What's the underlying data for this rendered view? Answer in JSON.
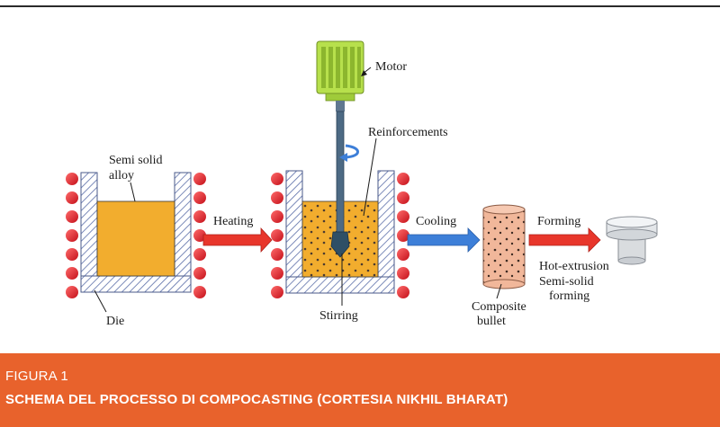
{
  "diagram": {
    "labels": {
      "motor": "Motor",
      "reinforcements": "Reinforcements",
      "semi_solid_alloy_line1": "Semi solid",
      "semi_solid_alloy_line2": "alloy",
      "heating": "Heating",
      "cooling": "Cooling",
      "forming": "Forming",
      "die": "Die",
      "stirring": "Stirring",
      "composite_bullet_line1": "Composite",
      "composite_bullet_line2": "bullet",
      "hot_extrusion": "Hot-extrusion",
      "semi_solid_forming_line1": "Semi-solid",
      "semi_solid_forming_line2": "forming"
    },
    "colors": {
      "alloy": "#f2ad2e",
      "heater_coil": "#e11b22",
      "arrow_red": "#e8362b",
      "arrow_blue": "#3d7fd8",
      "motor": "#b7e04c",
      "bullet": "#f1b79a",
      "particle": "#4a3a30",
      "wall_hatch": "#5a6ea8"
    },
    "icons": [
      "motor-icon",
      "rotation-arrow-icon",
      "stirrer-icon",
      "extruded-part-icon"
    ]
  },
  "caption": {
    "label": "FIGURA 1",
    "title": "SCHEMA DEL PROCESSO DI COMPOCASTING (CORTESIA NIKHIL BHARAT)"
  }
}
